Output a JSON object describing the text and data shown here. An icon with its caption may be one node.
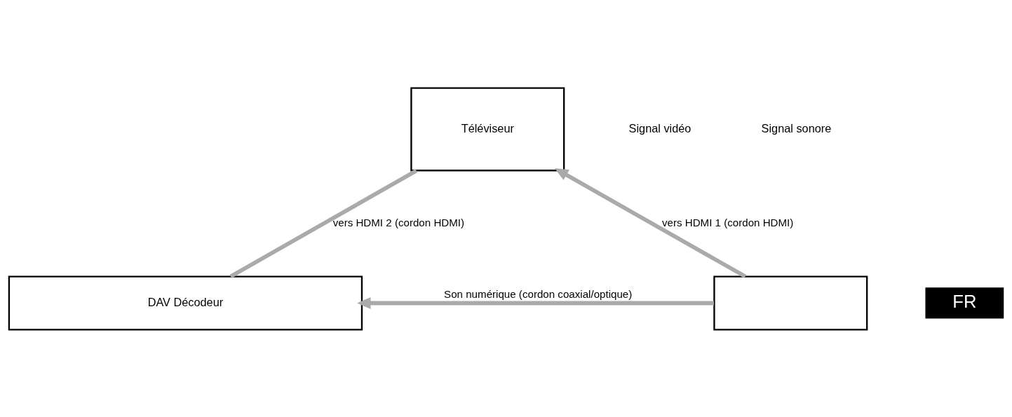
{
  "diagram": {
    "nodes": [
      {
        "text": [
          "Téléviseur"
        ]
      },
      {
        "text": [
          "DAV Décodeur"
        ]
      },
      {
        "text": [],
        "shape": "box"
      }
    ],
    "edges": [
      {
        "from": 0,
        "to": 1,
        "arrow": "none",
        "label": "vers HDMI 2 (cordon HDMI)"
      },
      {
        "from": 2,
        "to": 0,
        "arrow": "to",
        "label": "vers HDMI 1 (cordon HDMI)"
      },
      {
        "from": 2,
        "to": 1,
        "arrow": "to",
        "label": "Son numérique (cordon coaxial/optique)"
      }
    ],
    "labels": [
      "FR"
    ],
    "legend": [
      {
        "text": "Signal vidéo"
      },
      {
        "text": "Signal sonore"
      }
    ]
  }
}
